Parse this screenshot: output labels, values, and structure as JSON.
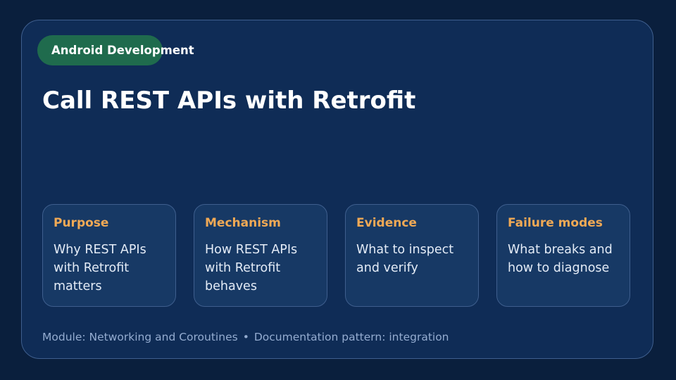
{
  "tag": "Android Development",
  "title": "Call REST APIs with Retrofit",
  "cards": [
    {
      "heading": "Purpose",
      "body": "Why REST APIs with Retrofit matters"
    },
    {
      "heading": "Mechanism",
      "body": "How REST APIs with Retrofit behaves"
    },
    {
      "heading": "Evidence",
      "body": "What to inspect and verify"
    },
    {
      "heading": "Failure modes",
      "body": "What breaks and how to diagnose"
    }
  ],
  "footer": {
    "module": "Module: Networking and Coroutines",
    "separator": "•",
    "pattern": "Documentation pattern: integration"
  }
}
